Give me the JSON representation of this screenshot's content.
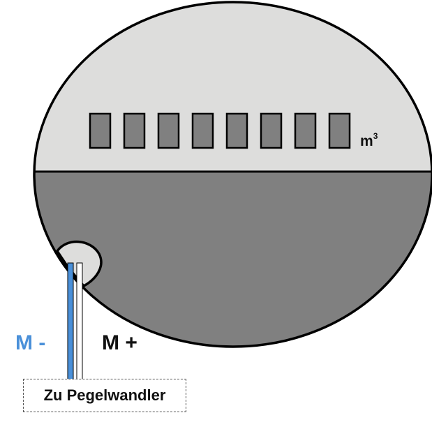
{
  "meter": {
    "digit_count": 8,
    "unit_base": "m",
    "unit_exp": "3",
    "colors": {
      "upper_face": "#dddddc",
      "lower_face": "#808080",
      "digit_box": "#808080",
      "outline": "#000000",
      "sensor_pocket": "#dddddc"
    }
  },
  "wires": {
    "minus": {
      "label": "M -",
      "color": "#4a90d9"
    },
    "plus": {
      "label": "M +",
      "color": "#ffffff"
    }
  },
  "target": {
    "label": "Zu Pegelwandler"
  }
}
